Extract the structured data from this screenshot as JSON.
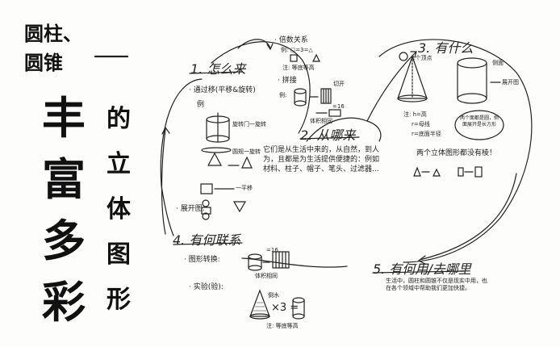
{
  "title": {
    "line1": "圆柱、",
    "line2": "圆锥",
    "big_chars": [
      "丰",
      "富",
      "多",
      "彩"
    ],
    "right_chars": [
      "的",
      "立",
      "体",
      "图",
      "形"
    ]
  },
  "sections": {
    "s1": {
      "heading": "1. 怎么来",
      "item_move": "· 通过移(平移&旋转)",
      "example": "例",
      "rotate_door": "旋转门一旋转",
      "lamp_rotate": "圆规一旋转",
      "translate": "一平移",
      "unfold": "· 展开图:"
    },
    "s_mid": {
      "relation": "· 倍数关系",
      "relation_eg": "例: ▢=3=△",
      "equal_base": "注: 等底等高",
      "splice": "· 拼接",
      "splice_eg": "例:",
      "cut": "切开",
      "n16": "=16",
      "diff": "体积相同"
    },
    "s2": {
      "heading": "2. 从哪来",
      "text": "它们是从生活中来的，从自然，到人为，且都是为生活提供便捷的：例如材料、柱子、帽子、笔头、过滤器..."
    },
    "s3": {
      "heading": "3. 有什么",
      "vertex": "1个顶点",
      "side": "侧面",
      "unfold": "展开图",
      "note": "注: h=高",
      "gen": "r=母线",
      "base_r": "r=底面半径",
      "bubble": "两个面都是圆，侧面展开是长方形",
      "edges": "两个立体图形都没有棱！"
    },
    "s4": {
      "heading": "4. 有何联系",
      "transform": "· 图形转换:",
      "n16": "=16",
      "same_volume": "体积相同",
      "experiment": "· 实验(验):",
      "pour": "倒水",
      "times3": "×3 =",
      "note": "注: 等底等高"
    },
    "s5": {
      "heading": "5. 有何用/去哪里",
      "text": "生活中，圆柱和圆锥不仅是现实中用，也在各个领域中帮助我们更加快捷。"
    }
  }
}
